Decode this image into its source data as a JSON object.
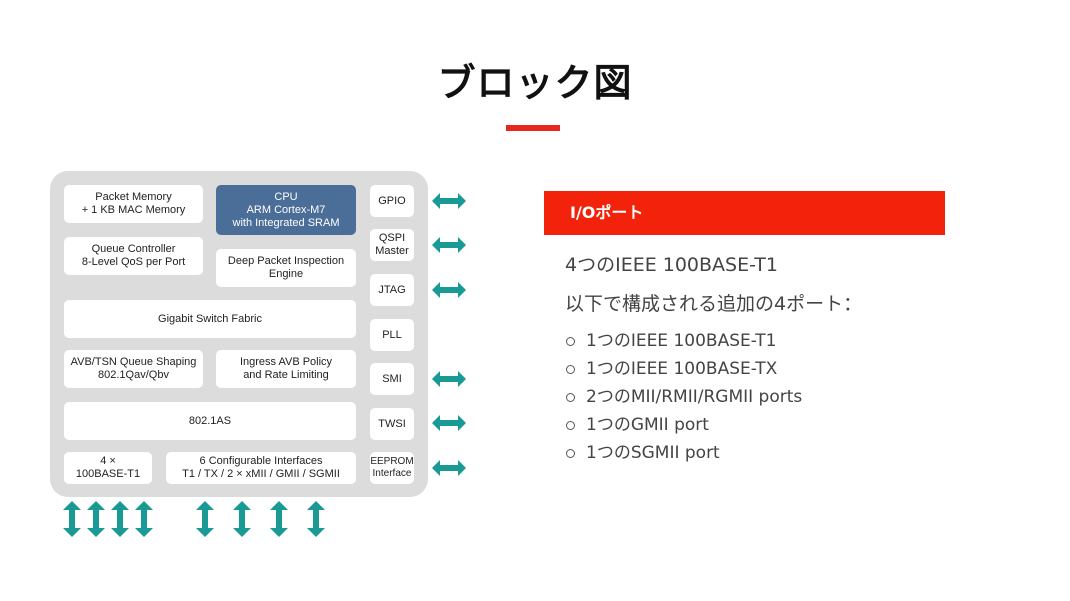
{
  "slide": {
    "title": "ブロック図"
  },
  "diagram": {
    "packet_memory": [
      "Packet Memory",
      "+ 1 KB MAC Memory"
    ],
    "cpu": [
      "CPU",
      "ARM Cortex-M7",
      "with Integrated SRAM"
    ],
    "queue_controller": [
      "Queue Controller",
      "8-Level QoS per Port"
    ],
    "dpi": [
      "Deep Packet Inspection",
      "Engine"
    ],
    "switch_fabric": "Gigabit Switch Fabric",
    "avb_tsn": [
      "AVB/TSN Queue Shaping",
      "802.1Qav/Qbv"
    ],
    "ingress_avb": [
      "Ingress AVB Policy",
      "and Rate Limiting"
    ],
    "as_8021": "802.1AS",
    "base_t1": [
      "4 ×",
      "100BASE-T1"
    ],
    "configurable": [
      "6 Configurable Interfaces",
      "T1 / TX / 2 × xMII / GMII / SGMII"
    ],
    "gpio": "GPIO",
    "qspi": [
      "QSPI",
      "Master"
    ],
    "jtag": "JTAG",
    "pll": "PLL",
    "smi": "SMI",
    "twsi": "TWSI",
    "eeprom": [
      "EEPROM",
      "Interface"
    ],
    "colors": {
      "cpu_block": "#4a6e98",
      "background": "#dcdcdc",
      "arrow": "#1a9a94"
    }
  },
  "io": {
    "header": "I/Oポート",
    "line1": "4つのIEEE 100BASE-T1",
    "line2": "以下で構成される追加の4ポート：",
    "items": [
      "1つのIEEE 100BASE-T1",
      "1つのIEEE 100BASE-TX",
      "2つのMII/RMII/RGMII ports",
      "1つのGMII port",
      "1つのSGMII port"
    ],
    "accent": "#f2230a"
  }
}
